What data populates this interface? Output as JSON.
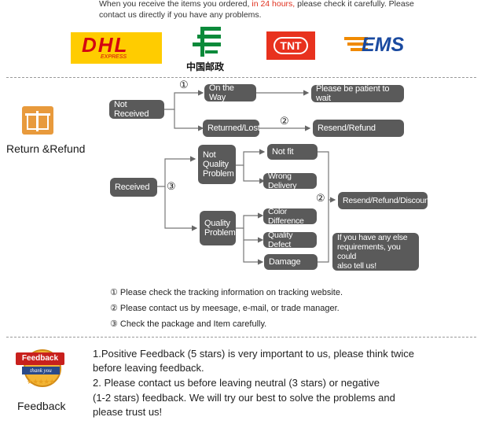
{
  "intro": {
    "line1_a": "When you receive the items you ordered,",
    "line1_b": " in 24 hours,",
    "line1_c": " please check it carefully. Please",
    "line2": "contact us directly if you have any problems."
  },
  "logos": {
    "dhl_main": "DHL",
    "dhl_sub": "EXPRESS",
    "chinapost": "中国邮政",
    "tnt": "TNT",
    "ems": "EMS"
  },
  "sections": {
    "return_refund": "Return &Refund",
    "feedback": "Feedback",
    "badge_top": "Feedback",
    "badge_sub": "thank you"
  },
  "flow": {
    "not_received": "Not Received",
    "on_the_way": "On the Way",
    "returned_lost": "Returned/Lost",
    "be_patient": "Please be patient to wait",
    "resend_refund": "Resend/Refund",
    "received": "Received",
    "not_quality_problem": [
      "Not",
      "Quality",
      "Problem"
    ],
    "not_fit": "Not fit",
    "wrong_delivery": "Wrong Delivery",
    "quality_problem": [
      "Quality",
      "Problem"
    ],
    "color_difference": "Color Difference",
    "quality_defect": "Quality Defect",
    "damage": "Damage",
    "resend_refund_discount": "Resend/Refund/Discount",
    "other_requirements": [
      "If you have any else",
      "requirements, you could",
      "also tell us!"
    ],
    "marker1": "①",
    "marker2": "②",
    "marker3": "③"
  },
  "notes": [
    "① Please check the tracking information on tracking website.",
    "② Please contact us by meesage, e-mail, or trade manager.",
    "③ Check the package and Item carefully."
  ],
  "feedback_lines": [
    "1.Positive Feedback (5 stars) is very important to us, please think twice",
    " before leaving feedback.",
    "2. Please contact us before leaving neutral (3 stars) or negative",
    "(1-2 stars) feedback. We will try our best to solve the problems and",
    " please trust us!"
  ]
}
